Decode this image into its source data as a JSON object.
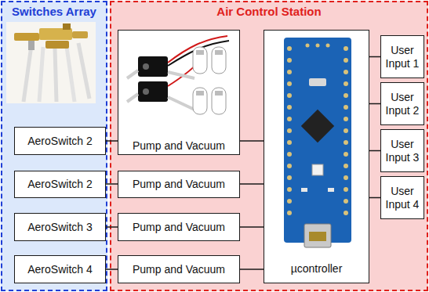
{
  "diagram": {
    "nodes": [
      {
        "text": [
          "Switches Array"
        ]
      },
      {
        "text": [
          "Air Control Station"
        ]
      },
      {
        "text": [
          "AeroSwitch 2"
        ],
        "in": 0
      },
      {
        "text": [
          "AeroSwitch 2"
        ],
        "in": 0
      },
      {
        "text": [
          "AeroSwitch 3"
        ],
        "in": 0
      },
      {
        "text": [
          "AeroSwitch 4"
        ],
        "in": 0
      },
      {
        "text": [
          "Pump and Vacuum"
        ],
        "in": 1
      },
      {
        "text": [
          "Pump and Vacuum"
        ],
        "in": 1
      },
      {
        "text": [
          "Pump and Vacuum"
        ],
        "in": 1
      },
      {
        "text": [
          "Pump and Vacuum"
        ],
        "in": 1
      },
      {
        "text": [
          "µcontroller"
        ],
        "in": 1
      },
      {
        "text": [
          "User Input 1"
        ],
        "in": 1
      },
      {
        "text": [
          "User Input 2"
        ],
        "in": 1
      },
      {
        "text": [
          "User Input 3"
        ],
        "in": 1
      },
      {
        "text": [
          "User Input 4"
        ],
        "in": 1
      }
    ],
    "edges": [
      {
        "from": 2,
        "to": 6,
        "arrow": "none"
      },
      {
        "from": 3,
        "to": 7,
        "arrow": "none"
      },
      {
        "from": 4,
        "to": 8,
        "arrow": "none"
      },
      {
        "from": 5,
        "to": 9,
        "arrow": "none"
      },
      {
        "from": 6,
        "to": 10,
        "arrow": "none"
      },
      {
        "from": 7,
        "to": 10,
        "arrow": "none"
      },
      {
        "from": 8,
        "to": 10,
        "arrow": "none"
      },
      {
        "from": 9,
        "to": 10,
        "arrow": "none"
      },
      {
        "from": 10,
        "to": 11,
        "arrow": "none"
      },
      {
        "from": 10,
        "to": 12,
        "arrow": "none"
      },
      {
        "from": 10,
        "to": 13,
        "arrow": "none"
      },
      {
        "from": 10,
        "to": 14,
        "arrow": "none"
      }
    ]
  }
}
